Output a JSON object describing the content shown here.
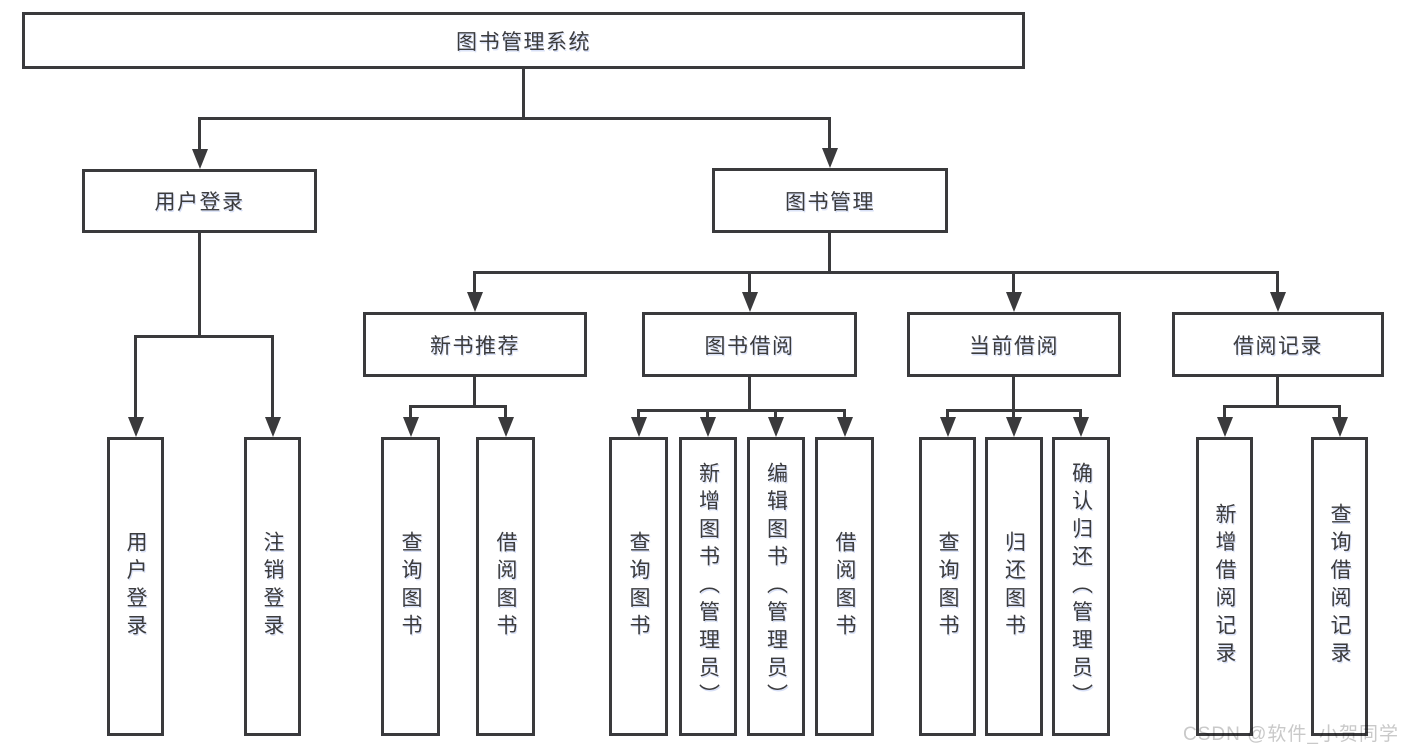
{
  "tree": {
    "root": {
      "label": "图书管理系统"
    },
    "user": {
      "label": "用户登录",
      "children": [
        {
          "label": "用户登录"
        },
        {
          "label": "注销登录"
        }
      ]
    },
    "mgmt": {
      "label": "图书管理",
      "children": {
        "new": {
          "label": "新书推荐",
          "children": [
            {
              "label": "查询图书"
            },
            {
              "label": "借阅图书"
            }
          ]
        },
        "borrow": {
          "label": "图书借阅",
          "children": [
            {
              "label": "查询图书"
            },
            {
              "label": "新增图书（管理员）"
            },
            {
              "label": "编辑图书（管理员）"
            },
            {
              "label": "借阅图书"
            }
          ]
        },
        "current": {
          "label": "当前借阅",
          "children": [
            {
              "label": "查询图书"
            },
            {
              "label": "归还图书"
            },
            {
              "label": "确认归还（管理员）"
            }
          ]
        },
        "records": {
          "label": "借阅记录",
          "children": [
            {
              "label": "新增借阅记录"
            },
            {
              "label": "查询借阅记录"
            }
          ]
        }
      }
    }
  },
  "watermark": "CSDN @软件_小贺同学",
  "colors": {
    "line": "#3a3a3c",
    "text": "#3b3b3d",
    "watermark": "#c9c9c9",
    "background": "#ffffff"
  }
}
